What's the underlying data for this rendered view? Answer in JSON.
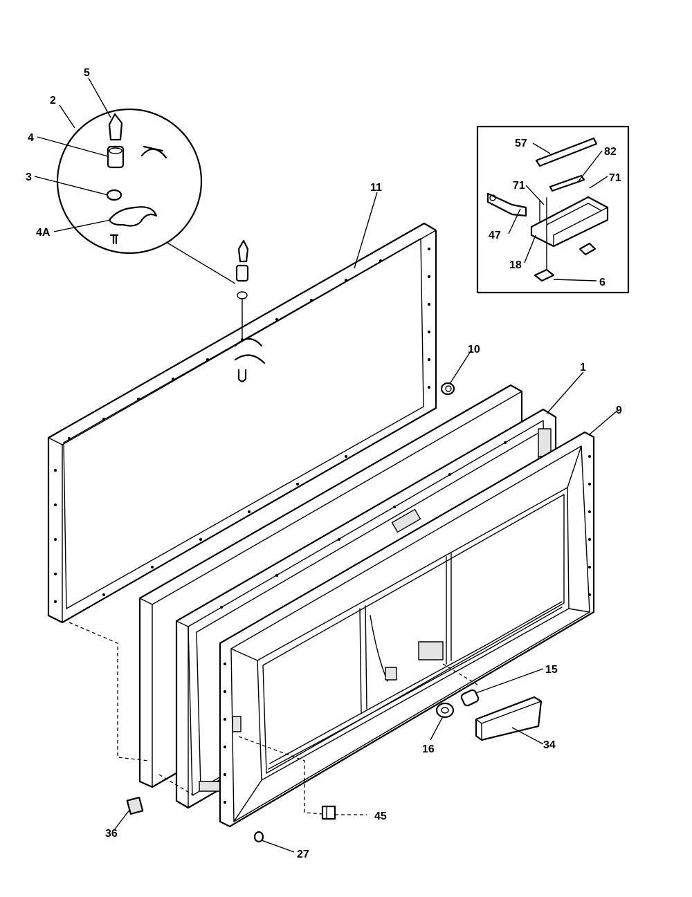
{
  "callouts": {
    "p5": "5",
    "p2": "2",
    "p4": "4",
    "p3": "3",
    "p4a": "4A",
    "p11": "11",
    "p10": "10",
    "p1": "1",
    "p9": "9",
    "p15": "15",
    "p16": "16",
    "p34": "34",
    "p45": "45",
    "p36": "36",
    "p27": "27",
    "p57": "57",
    "p82": "82",
    "p71a": "71",
    "p71b": "71",
    "p47": "47",
    "p18": "18",
    "p6": "6"
  }
}
